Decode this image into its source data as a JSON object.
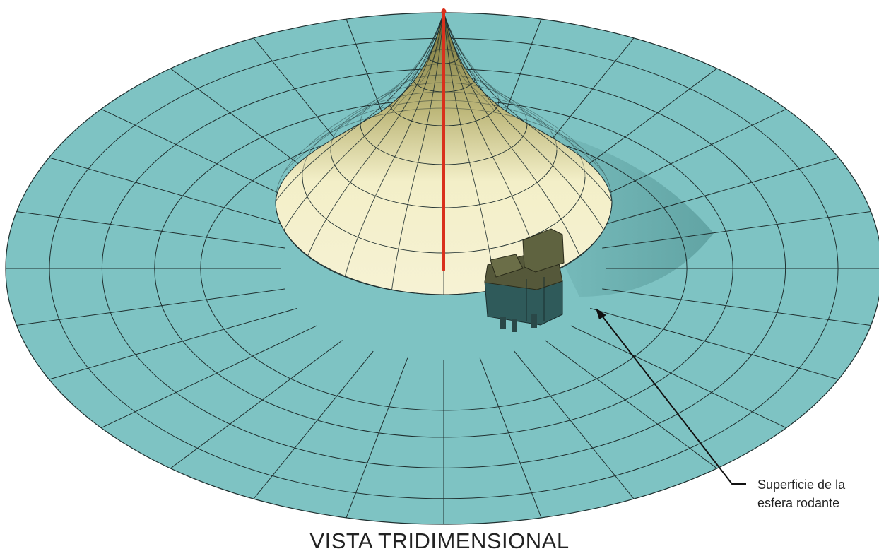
{
  "diagram": {
    "callout": {
      "line1": "Superficie de la",
      "line2": "esfera rodante"
    },
    "title": "VISTA TRIDIMENSIONAL"
  },
  "colors": {
    "ground": "#7ec3c3",
    "cone": "#f3efc8",
    "cone_top": "#8e8a4a",
    "mast": "#d9301c",
    "grid_line": "#1f2f2f",
    "equipment_dark": "#2f5a5a",
    "equipment_top": "#55583a"
  }
}
